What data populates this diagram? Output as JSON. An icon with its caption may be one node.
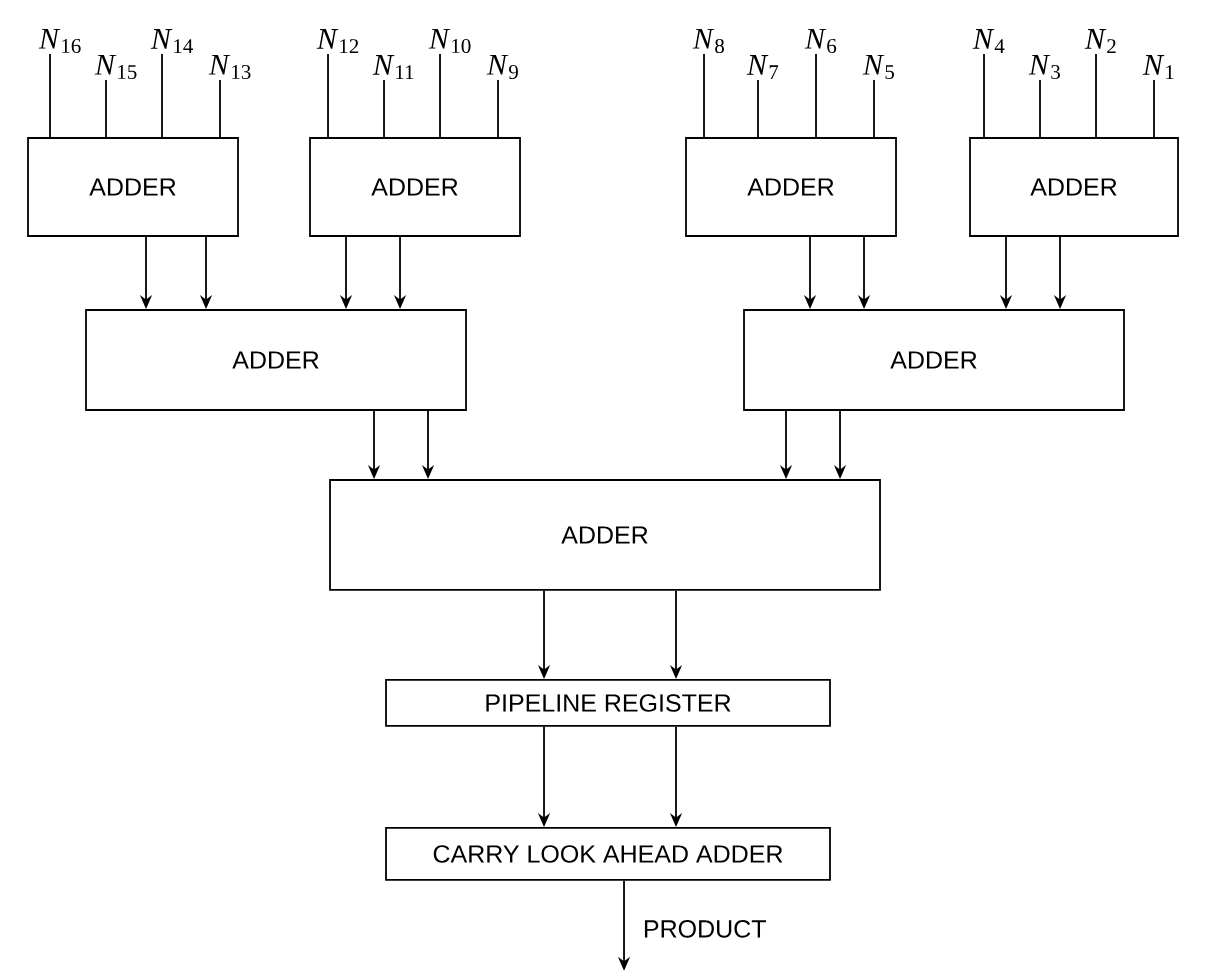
{
  "diagram": {
    "nodes": [
      {
        "text": [
          "*N*$_{16}$"
        ]
      },
      {
        "text": [
          "*N*$_{15}$"
        ]
      },
      {
        "text": [
          "*N*$_{14}$"
        ]
      },
      {
        "text": [
          "*N*$_{13}$"
        ]
      },
      {
        "text": [
          "*N*$_{12}$"
        ]
      },
      {
        "text": [
          "*N*$_{11}$"
        ]
      },
      {
        "text": [
          "*N*$_{10}$"
        ]
      },
      {
        "text": [
          "*N*$_{9}$"
        ]
      },
      {
        "text": [
          "*N*$_{8}$"
        ]
      },
      {
        "text": [
          "*N*$_{7}$"
        ]
      },
      {
        "text": [
          "*N*$_{6}$"
        ]
      },
      {
        "text": [
          "*N*$_{5}$"
        ]
      },
      {
        "text": [
          "*N*$_{4}$"
        ]
      },
      {
        "text": [
          "*N*$_{3}$"
        ]
      },
      {
        "text": [
          "*N*$_{2}$"
        ]
      },
      {
        "text": [
          "*N*$_{1}$"
        ]
      },
      {
        "text": [
          "ADDER"
        ]
      },
      {
        "text": [
          "ADDER"
        ]
      },
      {
        "text": [
          "ADDER"
        ]
      },
      {
        "text": [
          "ADDER"
        ]
      },
      {
        "text": [
          "ADDER"
        ]
      },
      {
        "text": [
          "ADDER"
        ]
      },
      {
        "text": [
          "ADDER"
        ]
      },
      {
        "text": [
          "PIPELINE REGISTER"
        ]
      },
      {
        "text": [
          "CARRY LOOK AHEAD ADDER"
        ]
      }
    ],
    "edges": [
      {
        "from": 0,
        "to": 16,
        "arrow": "none"
      },
      {
        "from": 1,
        "to": 16,
        "arrow": "none"
      },
      {
        "from": 2,
        "to": 16,
        "arrow": "none"
      },
      {
        "from": 3,
        "to": 16,
        "arrow": "none"
      },
      {
        "from": 4,
        "to": 17,
        "arrow": "none"
      },
      {
        "from": 5,
        "to": 17,
        "arrow": "none"
      },
      {
        "from": 6,
        "to": 17,
        "arrow": "none"
      },
      {
        "from": 7,
        "to": 17,
        "arrow": "none"
      },
      {
        "from": 8,
        "to": 18,
        "arrow": "none"
      },
      {
        "from": 9,
        "to": 18,
        "arrow": "none"
      },
      {
        "from": 10,
        "to": 18,
        "arrow": "none"
      },
      {
        "from": 11,
        "to": 18,
        "arrow": "none"
      },
      {
        "from": 12,
        "to": 19,
        "arrow": "none"
      },
      {
        "from": 13,
        "to": 19,
        "arrow": "none"
      },
      {
        "from": 14,
        "to": 19,
        "arrow": "none"
      },
      {
        "from": 15,
        "to": 19,
        "arrow": "none"
      },
      {
        "from": 16,
        "to": 20,
        "arrow": "to"
      },
      {
        "from": 16,
        "to": 20,
        "arrow": "to"
      },
      {
        "from": 17,
        "to": 20,
        "arrow": "to"
      },
      {
        "from": 17,
        "to": 20,
        "arrow": "to"
      },
      {
        "from": 18,
        "to": 21,
        "arrow": "to"
      },
      {
        "from": 18,
        "to": 21,
        "arrow": "to"
      },
      {
        "from": 19,
        "to": 21,
        "arrow": "to"
      },
      {
        "from": 19,
        "to": 21,
        "arrow": "to"
      },
      {
        "from": 20,
        "to": 22,
        "arrow": "to"
      },
      {
        "from": 20,
        "to": 22,
        "arrow": "to"
      },
      {
        "from": 21,
        "to": 22,
        "arrow": "to"
      },
      {
        "from": 21,
        "to": 22,
        "arrow": "to"
      },
      {
        "from": 22,
        "to": 23,
        "arrow": "to"
      },
      {
        "from": 22,
        "to": 23,
        "arrow": "to"
      },
      {
        "from": 23,
        "to": 24,
        "arrow": "to"
      },
      {
        "from": 23,
        "to": 24,
        "arrow": "to"
      },
      {
        "from": 24,
        "to": null,
        "arrow": "to",
        "label": "PRODUCT"
      }
    ]
  }
}
